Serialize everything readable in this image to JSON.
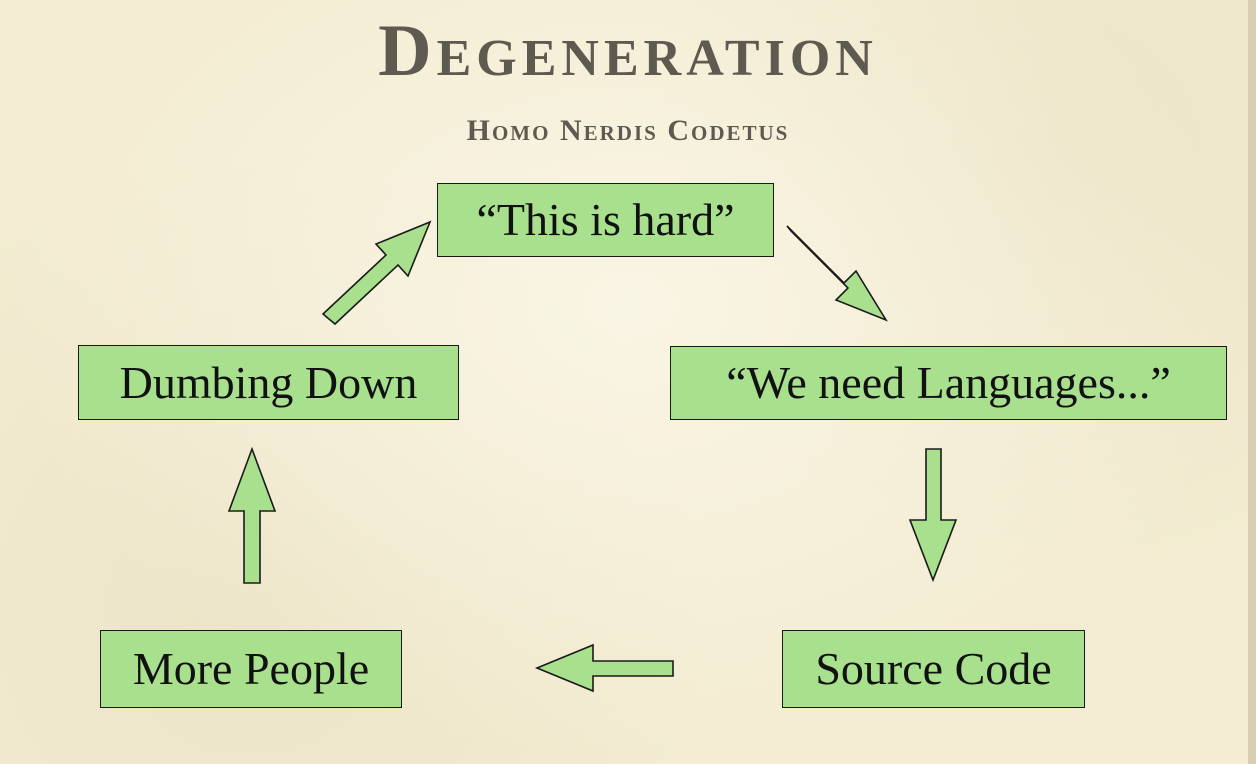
{
  "slide": {
    "title": "Degeneration",
    "subtitle": "Homo Nerdis Codetus"
  },
  "cycle": {
    "nodes": [
      {
        "label": "“This is hard”"
      },
      {
        "label": "“We need Languages...”"
      },
      {
        "label": "Source Code"
      },
      {
        "label": "More People"
      },
      {
        "label": "Dumbing Down"
      }
    ]
  },
  "colors": {
    "background": "#f3ecd2",
    "box_fill": "#a8e08e",
    "text": "#5e5a50"
  }
}
